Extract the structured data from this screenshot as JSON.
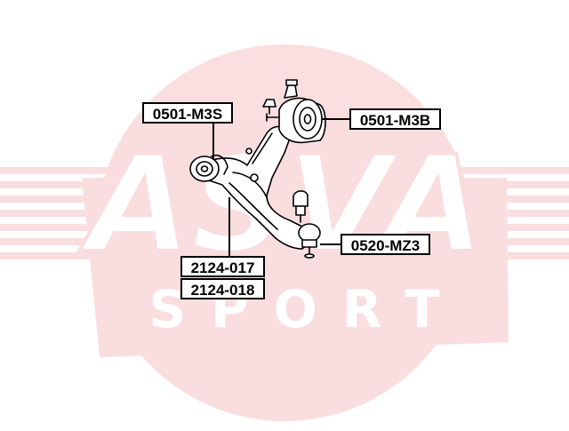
{
  "watermark": {
    "brand": "ASVA",
    "tagline": "SPORT",
    "color": "#e4333f"
  },
  "labels": {
    "upper_left": "0501-M3S",
    "upper_right": "0501-M3B",
    "ball_joint": "0520-MZ3",
    "arm_left": "2124-017",
    "arm_right": "2124-018"
  }
}
